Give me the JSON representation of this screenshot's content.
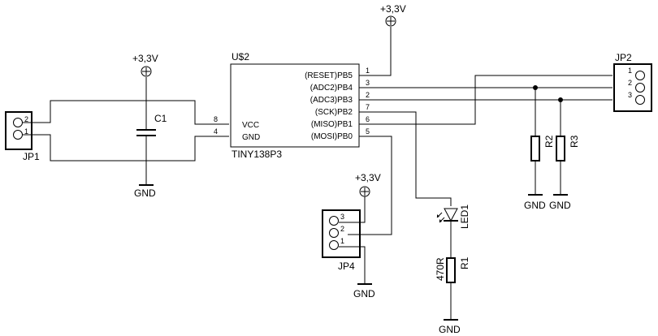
{
  "ic": {
    "ref": "U$2",
    "part": "TINY138P3",
    "left_pins": [
      {
        "name": "VCC",
        "num": "8"
      },
      {
        "name": "GND",
        "num": "4"
      }
    ],
    "right_pins": [
      {
        "name": "(RESET)PB5",
        "num": "1"
      },
      {
        "name": "(ADC2)PB4",
        "num": "3"
      },
      {
        "name": "(ADC3)PB3",
        "num": "2"
      },
      {
        "name": "(SCK)PB2",
        "num": "7"
      },
      {
        "name": "(MISO)PB1",
        "num": "6"
      },
      {
        "name": "(MOSI)PB0",
        "num": "5"
      }
    ]
  },
  "power": {
    "vcc_label": "+3,3V",
    "gnd_label": "GND"
  },
  "capacitor": {
    "ref": "C1"
  },
  "resistors": {
    "r2": "R2",
    "r3": "R3",
    "r1": "R1",
    "r1_value": "470R"
  },
  "led": {
    "ref": "LED1"
  },
  "connectors": {
    "jp1": {
      "ref": "JP1",
      "pins": [
        "2",
        "1"
      ]
    },
    "jp2": {
      "ref": "JP2",
      "pins": [
        "1",
        "2",
        "3"
      ]
    },
    "jp4": {
      "ref": "JP4",
      "pins": [
        "3",
        "2",
        "1"
      ]
    }
  }
}
